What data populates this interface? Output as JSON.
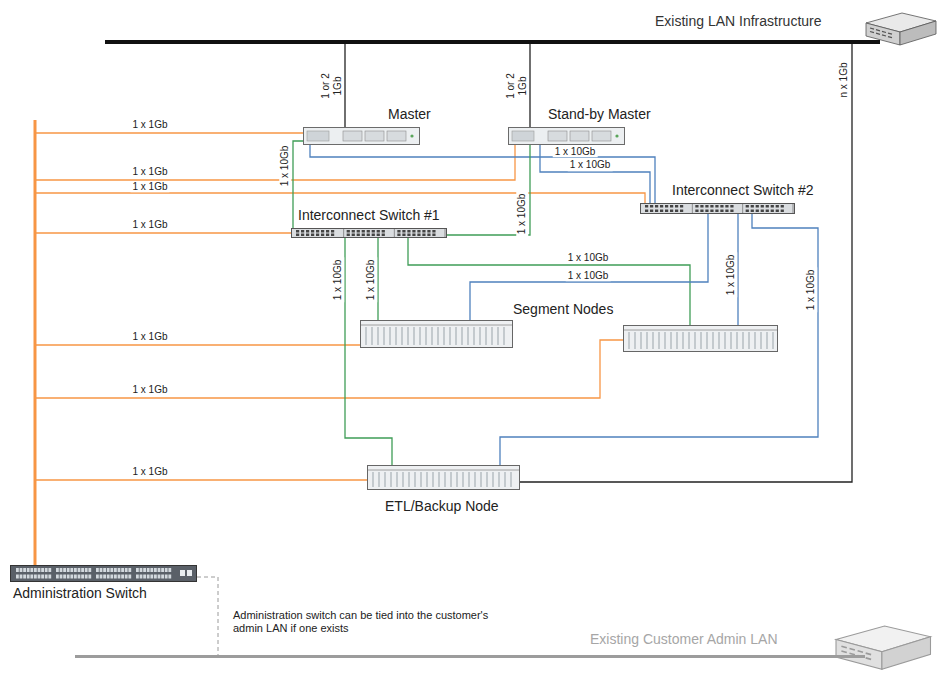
{
  "diagram": {
    "nodes": [
      {
        "text": [
          "Existing LAN Infrastructure"
        ]
      },
      {
        "text": [
          "Master"
        ]
      },
      {
        "text": [
          "Stand-by Master"
        ]
      },
      {
        "text": [
          "Interconnect Switch #1"
        ]
      },
      {
        "text": [
          "Interconnect Switch #2"
        ]
      },
      {
        "text": [
          "Segment Nodes"
        ]
      },
      {
        "text": []
      },
      {
        "text": [
          "ETL/Backup Node"
        ]
      },
      {
        "text": [
          "Administration Switch"
        ]
      },
      {
        "text": [
          "Existing Customer Admin LAN"
        ]
      }
    ],
    "edges": [
      {
        "from": 1,
        "to": 0,
        "arrow": "none",
        "label": "1 or 2 1Gb"
      },
      {
        "from": 2,
        "to": 0,
        "arrow": "none",
        "label": "1 or 2 1Gb"
      },
      {
        "from": 7,
        "to": 0,
        "arrow": "none",
        "label": "n x 1Gb"
      },
      {
        "from": 8,
        "to": 1,
        "arrow": "none",
        "label": "1 x 1Gb"
      },
      {
        "from": 8,
        "to": 2,
        "arrow": "none",
        "label": "1 x 1Gb"
      },
      {
        "from": 8,
        "to": 4,
        "arrow": "none",
        "label": "1 x 1Gb"
      },
      {
        "from": 8,
        "to": 3,
        "arrow": "none",
        "label": "1 x 1Gb"
      },
      {
        "from": 8,
        "to": 5,
        "arrow": "none",
        "label": "1 x 1Gb"
      },
      {
        "from": 8,
        "to": 6,
        "arrow": "none",
        "label": "1 x 1Gb"
      },
      {
        "from": 8,
        "to": 7,
        "arrow": "none",
        "label": "1 x 1Gb"
      },
      {
        "from": 1,
        "to": 3,
        "arrow": "none",
        "label": "1 x 10Gb"
      },
      {
        "from": 1,
        "to": 4,
        "arrow": "none",
        "label": "1 x 10Gb"
      },
      {
        "from": 2,
        "to": 4,
        "arrow": "none",
        "label": "1 x 10Gb"
      },
      {
        "from": 2,
        "to": 3,
        "arrow": "none",
        "label": "1 x 10Gb"
      },
      {
        "from": 3,
        "to": 7,
        "arrow": "none",
        "label": "1 x 10Gb"
      },
      {
        "from": 3,
        "to": 5,
        "arrow": "none",
        "label": "1 x 10Gb"
      },
      {
        "from": 3,
        "to": 6,
        "arrow": "none",
        "label": "1 x 10Gb"
      },
      {
        "from": 4,
        "to": 5,
        "arrow": "none",
        "label": "1 x 10Gb"
      },
      {
        "from": 4,
        "to": 6,
        "arrow": "none",
        "label": "1 x 10Gb"
      },
      {
        "from": 4,
        "to": 7,
        "arrow": "none",
        "label": "1 x 10Gb"
      },
      {
        "from": 8,
        "to": 9,
        "arrow": "none"
      }
    ],
    "labels": [
      "Administration switch can be tied into the customer's admin LAN if one exists"
    ]
  }
}
